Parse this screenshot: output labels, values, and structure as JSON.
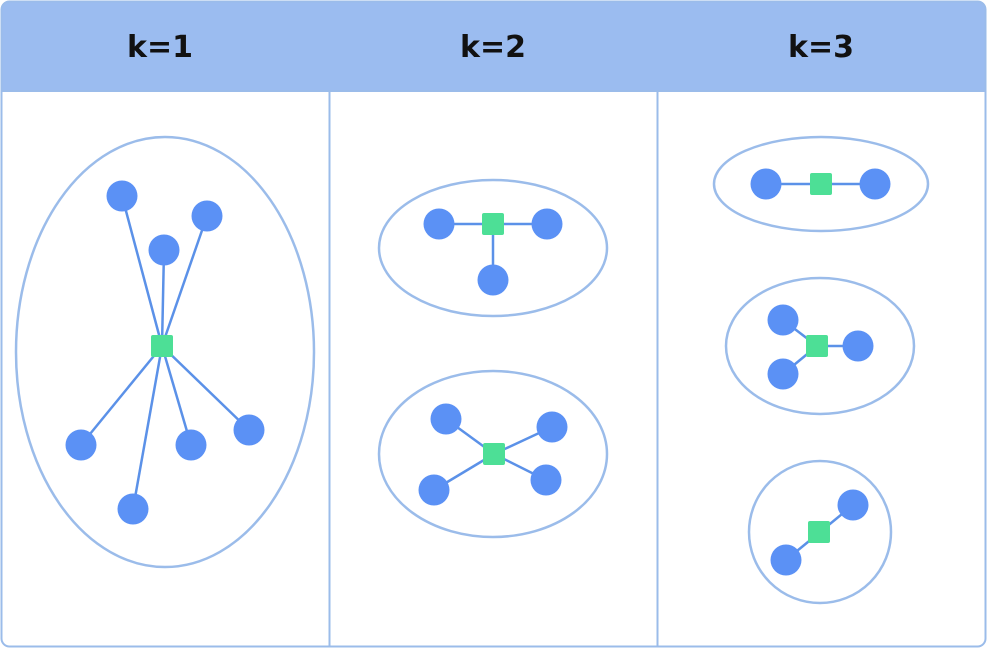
{
  "columns": [
    {
      "id": "k1",
      "label": "k=1"
    },
    {
      "id": "k2",
      "label": "k=2"
    },
    {
      "id": "k3",
      "label": "k=3"
    }
  ],
  "colors": {
    "header_bg": "#9bbcf0",
    "border": "#9bbcea",
    "edge": "#5b91e8",
    "node": "#5b91f5",
    "center": "#4ddf96",
    "title_text": "#111111"
  },
  "legend": {
    "node": "circle-node",
    "center": "square-center-node"
  }
}
